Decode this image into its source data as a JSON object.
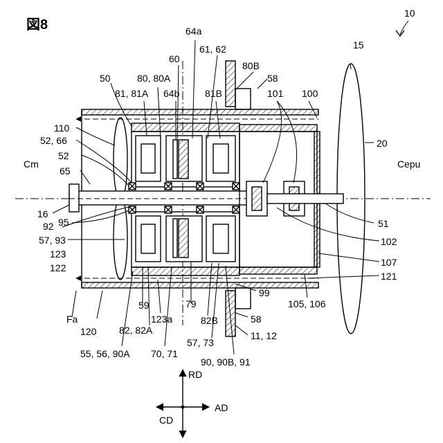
{
  "figure": {
    "title": "図8",
    "ref_main": "10"
  },
  "labels": {
    "l15": "15",
    "l64a": "64a",
    "l60": "60",
    "l6162": "61, 62",
    "l80B": "80B",
    "l58top": "58",
    "l101": "101",
    "l100": "100",
    "l50": "50",
    "l8080A": "80, 80A",
    "l8181A": "81, 81A",
    "l64b": "64b",
    "l81B": "81B",
    "l110": "110",
    "l5266": "52, 66",
    "l52": "52",
    "lCm": "Cm",
    "l65": "65",
    "lCepu": "Cepu",
    "l20": "20",
    "l16": "16",
    "l95": "95",
    "l92": "92",
    "l5793": "57, 93",
    "l123": "123",
    "l122": "122",
    "l51": "51",
    "l102": "102",
    "l107": "107",
    "l121": "121",
    "l99": "99",
    "l105106": "105, 106",
    "lFa": "Fa",
    "l120": "120",
    "l59": "59",
    "l123a": "123a",
    "l79": "79",
    "l82B": "82B",
    "l58bot": "58",
    "l8282A": "82, 82A",
    "l1112": "11, 12",
    "l5773": "57, 73",
    "l555690A": "55, 56, 90A",
    "l7071": "70, 71",
    "l9090B91": "90, 90B, 91",
    "lRD": "RD",
    "lAD": "AD",
    "lCD": "CD"
  }
}
